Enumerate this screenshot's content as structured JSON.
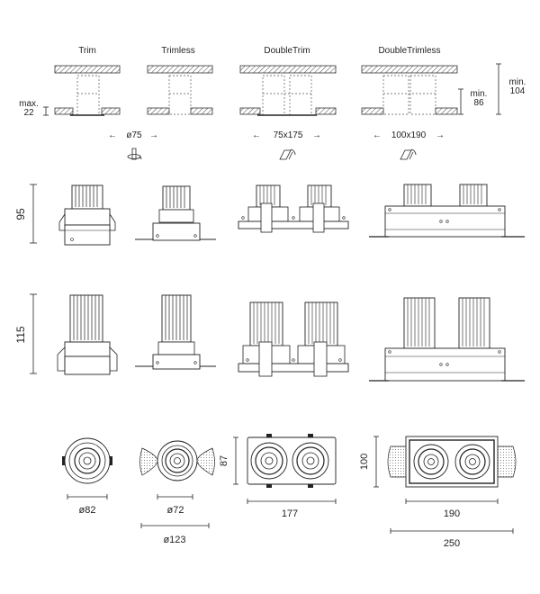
{
  "columns": {
    "trim": "Trim",
    "trimless": "Trimless",
    "doubletrim": "DoubleTrim",
    "doubletrimless": "DoubleTrimless"
  },
  "ceiling": {
    "max_label": "max.",
    "max_value": "22",
    "min86_label": "min.",
    "min86_value": "86",
    "min104_label": "min.",
    "min104_value": "104"
  },
  "cutouts": {
    "trim": "ø75",
    "double_trim": "75x175",
    "double_trimless": "100x190"
  },
  "heights": {
    "h95": "95",
    "h115": "115"
  },
  "bottom_dims": {
    "trim_dia": "ø82",
    "trimless_dia": "ø72",
    "trimless_outer": "ø123",
    "doubletrim_h": "87",
    "doubletrim_w": "177",
    "doubletrimless_h": "100",
    "doubletrimless_w": "190",
    "doubletrimless_outer": "250"
  },
  "icons": {
    "rotate": "rotate-icon",
    "tilt": "tilt-icon"
  }
}
